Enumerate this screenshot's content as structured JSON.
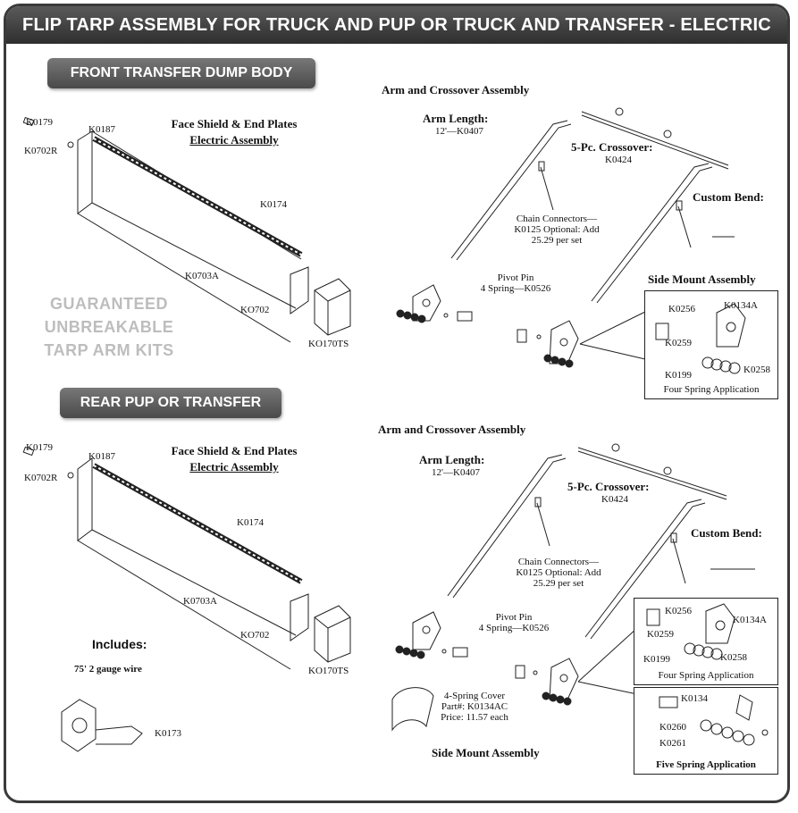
{
  "title": "FLIP TARP ASSEMBLY FOR TRUCK AND PUP OR TRUCK AND TRANSFER - ELECTRIC",
  "sections": {
    "front": {
      "heading": "FRONT TRANSFER DUMP BODY",
      "face_shield_title": "Face Shield & End Plates",
      "face_shield_sub": "Electric Assembly",
      "parts": {
        "k0179": "K0179",
        "k0702r": "K0702R",
        "k0187": "K0187",
        "k0174": "K0174",
        "k0703a": "K0703A",
        "k0702": "KO702",
        "k0170ts": "KO170TS"
      },
      "arm_title": "Arm and Crossover Assembly",
      "arm_length_label": "Arm Length:",
      "arm_length_value": "12'—K0407",
      "crossover_label": "5-Pc. Crossover:",
      "crossover_value": "K0424",
      "custom_bend": "Custom Bend:",
      "chain_1": "Chain Connectors—",
      "chain_2": "K0125 Optional: Add",
      "chain_3": "25.29 per set",
      "pivot_1": "Pivot Pin",
      "pivot_2": "4 Spring—K0526",
      "side_mount_title": "Side Mount Assembly",
      "box": {
        "k0256": "K0256",
        "k0134a": "K0134A",
        "k0259": "K0259",
        "k0199": "K0199",
        "k0258": "K0258",
        "caption": "Four Spring Application"
      }
    },
    "guarantee": [
      "GUARANTEED",
      "UNBREAKABLE",
      "TARP ARM KITS"
    ],
    "rear": {
      "heading": "REAR PUP OR TRANSFER",
      "face_shield_title": "Face Shield & End Plates",
      "face_shield_sub": "Electric Assembly",
      "parts": {
        "k0179": "K0179",
        "k0702r": "K0702R",
        "k0187": "K0187",
        "k0174": "K0174",
        "k0703a": "K0703A",
        "k0702": "KO702",
        "k0170ts": "KO170TS",
        "k0173": "K0173"
      },
      "includes_label": "Includes:",
      "includes_text": "75' 2 gauge wire",
      "arm_title": "Arm and Crossover Assembly",
      "arm_length_label": "Arm Length:",
      "arm_length_value": "12'—K0407",
      "crossover_label": "5-Pc. Crossover:",
      "crossover_value": "K0424",
      "custom_bend": "Custom Bend:",
      "chain_1": "Chain Connectors—",
      "chain_2": "K0125 Optional: Add",
      "chain_3": "25.29 per set",
      "pivot_1": "Pivot Pin",
      "pivot_2": "4 Spring—K0526",
      "cover_1": "4-Spring Cover",
      "cover_2": "Part#: K0134AC",
      "cover_3": "Price: 11.57 each",
      "side_mount_title": "Side Mount Assembly",
      "box4": {
        "k0256": "K0256",
        "k0134a": "K0134A",
        "k0259": "K0259",
        "k0199": "K0199",
        "k0258": "K0258",
        "caption": "Four Spring Application"
      },
      "box5": {
        "k0134": "K0134",
        "k0260": "K0260",
        "k0261": "K0261",
        "caption": "Five Spring Application"
      }
    }
  }
}
